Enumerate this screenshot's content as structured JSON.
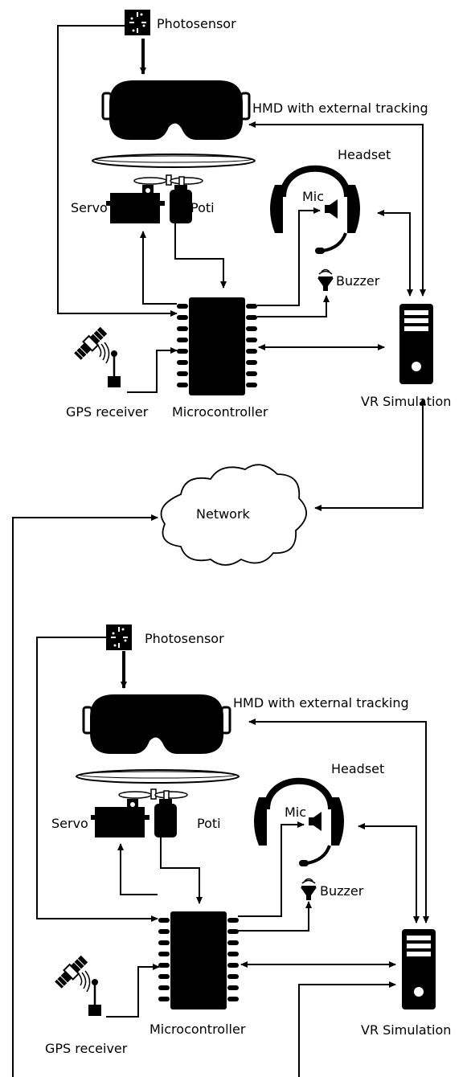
{
  "top": {
    "photosensor": "Photosensor",
    "hmd": "HMD with external tracking",
    "headset": "Headset",
    "mic": "Mic",
    "servo": "Servo",
    "poti": "Poti",
    "buzzer": "Buzzer",
    "gps": "GPS receiver",
    "microcontroller": "Microcontroller",
    "vr": "VR Simulation"
  },
  "network": "Network",
  "bottom": {
    "photosensor": "Photosensor",
    "hmd": "HMD with external tracking",
    "headset": "Headset",
    "mic": "Mic",
    "servo": "Servo",
    "poti": "Poti",
    "buzzer": "Buzzer",
    "gps": "GPS receiver",
    "microcontroller": "Microcontroller",
    "vr": "VR Simulation"
  },
  "colors": {
    "ink": "#000000",
    "background": "#ffffff"
  }
}
